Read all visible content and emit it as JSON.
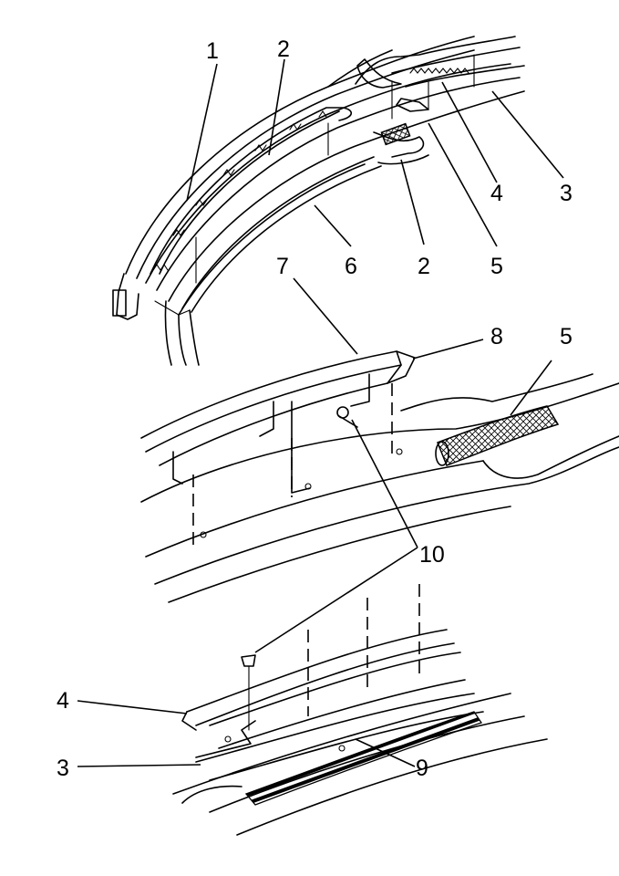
{
  "callouts": {
    "c1": "1",
    "c2a": "2",
    "c2b": "2",
    "c3a": "3",
    "c3b": "3",
    "c4a": "4",
    "c4b": "4",
    "c5a": "5",
    "c5b": "5",
    "c6": "6",
    "c7": "7",
    "c8": "8",
    "c9": "9",
    "c10": "10"
  },
  "colors": {
    "line": "#000000",
    "background": "#ffffff"
  }
}
